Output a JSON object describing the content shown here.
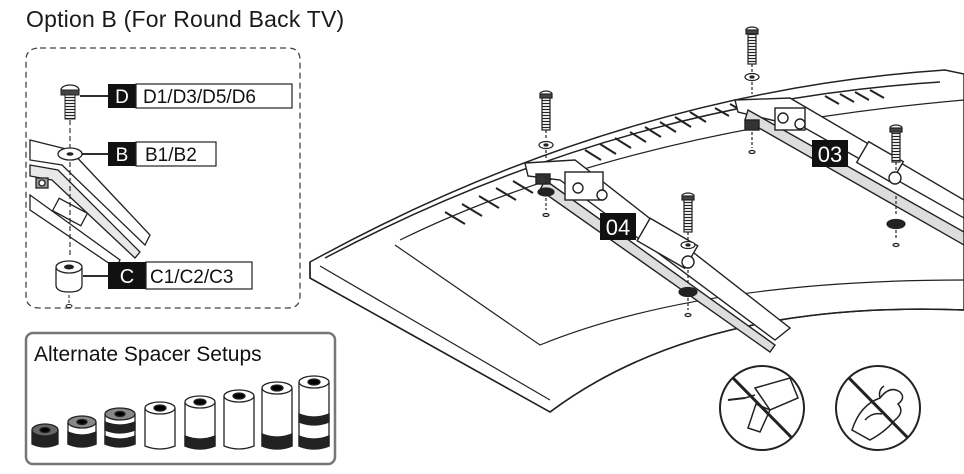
{
  "title": "Option B (For Round Back TV)",
  "parts": [
    {
      "letter": "D",
      "text": "D1/D3/D5/D6"
    },
    {
      "letter": "B",
      "text": "B1/B2"
    },
    {
      "letter": "C",
      "text": "C1/C2/C3"
    }
  ],
  "steps": {
    "step3": "03",
    "step4": "04"
  },
  "spacer_box": {
    "title": "Alternate Spacer Setups"
  },
  "warnings": [
    "no-power-drill-icon",
    "no-excessive-force-icon"
  ]
}
